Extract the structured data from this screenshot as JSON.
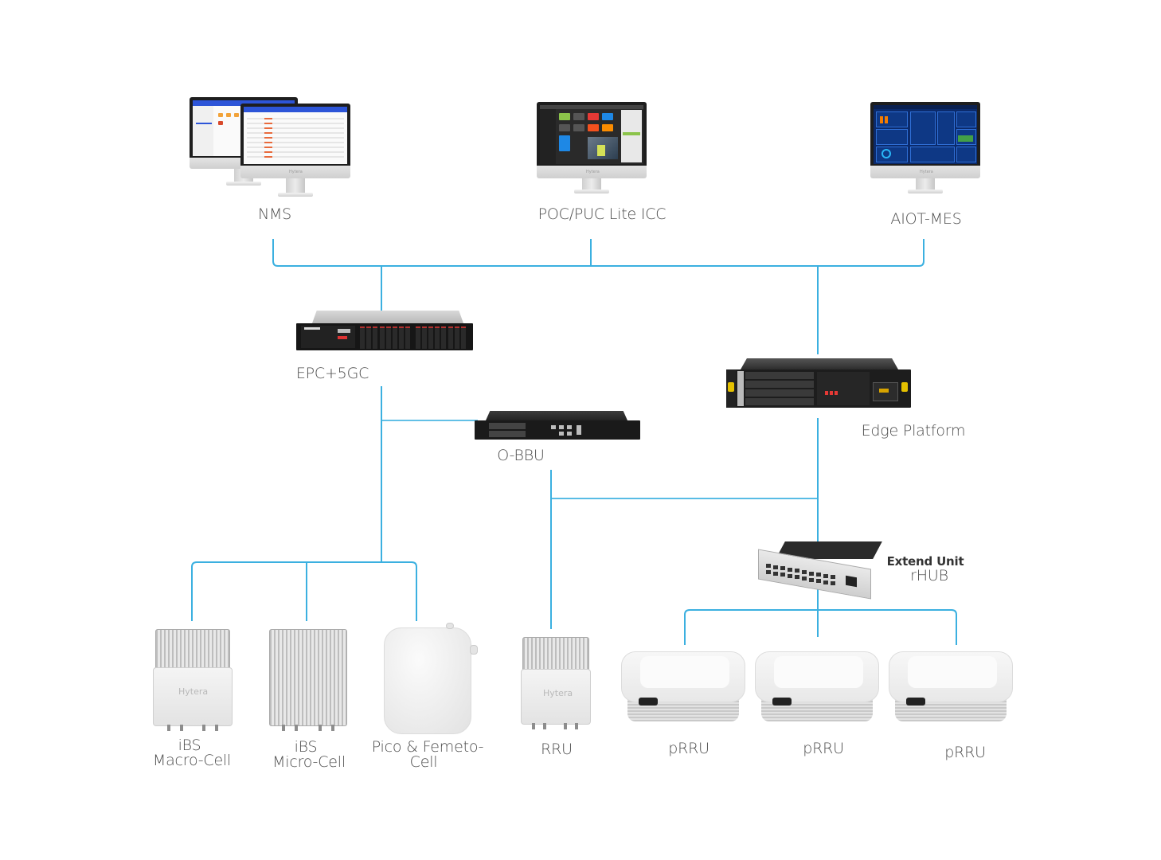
{
  "diagram": {
    "line_color": "#3bb0e0",
    "management_layer": [
      {
        "id": "nms",
        "label": "NMS",
        "icon": "dual-monitor-dashboard-icon"
      },
      {
        "id": "poc",
        "label": "POC/PUC Lite ICC",
        "icon": "monitor-dispatch-console-icon"
      },
      {
        "id": "aiot",
        "label": "AIOT-MES",
        "icon": "monitor-analytics-dashboard-icon"
      }
    ],
    "monitor_brand": "Hytera",
    "core_layer": [
      {
        "id": "epc",
        "label": "EPC+5GC",
        "icon": "rack-server-2u-icon"
      },
      {
        "id": "edge",
        "label": "Edge Platform",
        "icon": "rack-chassis-icon"
      }
    ],
    "baseband": {
      "id": "obbu",
      "label": "O-BBU",
      "icon": "rack-server-1u-icon"
    },
    "extend_unit": {
      "id": "rhub",
      "title": "Extend Unit",
      "label": "rHUB",
      "icon": "network-switch-icon"
    },
    "access_layer": [
      {
        "id": "ibs-macro",
        "label_line1": "iBS",
        "label_line2": "Macro-Cell",
        "brand": "Hytera"
      },
      {
        "id": "ibs-micro",
        "label_line1": "iBS",
        "label_line2": "Micro-Cell"
      },
      {
        "id": "pico",
        "label_line1": "Pico & Femeto-",
        "label_line2": "Cell"
      },
      {
        "id": "rru",
        "label": "RRU",
        "brand": "Hytera"
      }
    ],
    "prru_units": [
      {
        "id": "prru-1",
        "label": "pRRU"
      },
      {
        "id": "prru-2",
        "label": "pRRU"
      },
      {
        "id": "prru-3",
        "label": "pRRU"
      }
    ]
  }
}
